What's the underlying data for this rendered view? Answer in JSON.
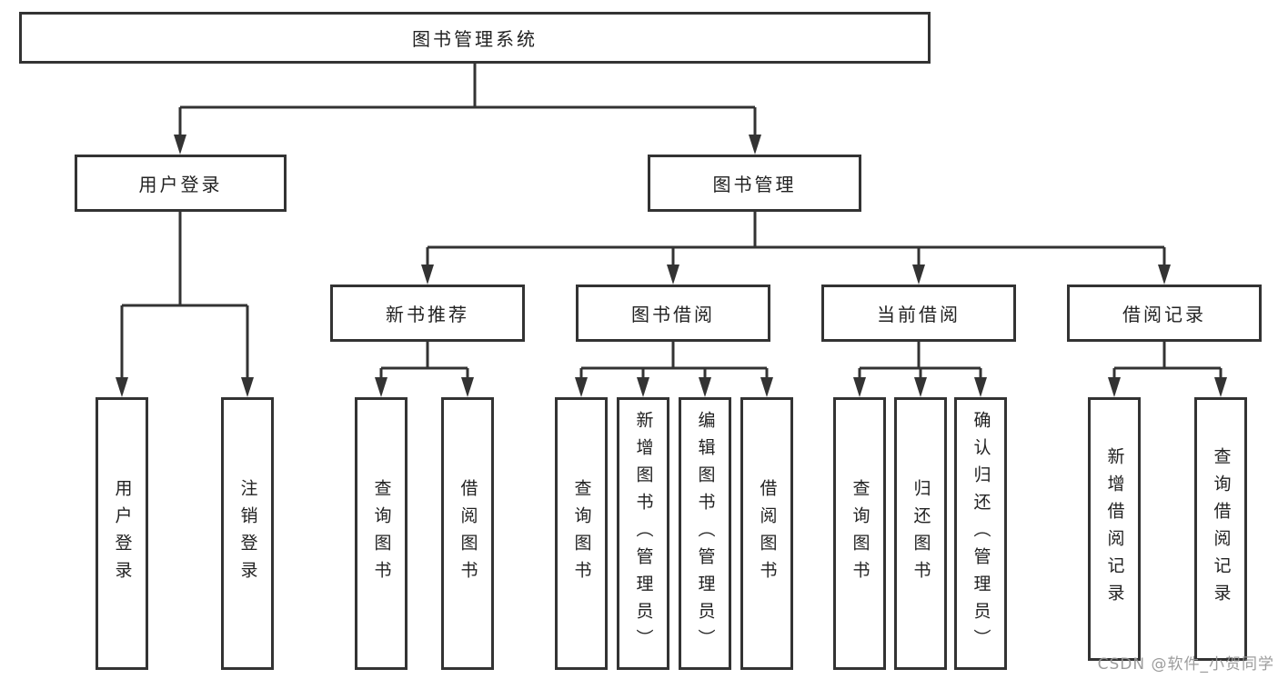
{
  "colors": {
    "line": "#333333",
    "node_border": "#333333",
    "node_fill": "#ffffff",
    "text": "#222222",
    "watermark_gray": "#949494"
  },
  "watermark": {
    "text": "CSDN @软件_小贺同学"
  },
  "tree": {
    "label": "图书管理系统",
    "children": [
      {
        "label": "用户登录",
        "children": [
          {
            "label": "用户登录"
          },
          {
            "label": "注销登录"
          }
        ]
      },
      {
        "label": "图书管理",
        "children": [
          {
            "label": "新书推荐",
            "children": [
              {
                "label": "查询图书"
              },
              {
                "label": "借阅图书"
              }
            ]
          },
          {
            "label": "图书借阅",
            "children": [
              {
                "label": "查询图书"
              },
              {
                "label": "新增图书（管理员）"
              },
              {
                "label": "编辑图书（管理员）"
              },
              {
                "label": "借阅图书"
              }
            ]
          },
          {
            "label": "当前借阅",
            "children": [
              {
                "label": "查询图书"
              },
              {
                "label": "归还图书"
              },
              {
                "label": "确认归还（管理员）"
              }
            ]
          },
          {
            "label": "借阅记录",
            "children": [
              {
                "label": "新增借阅记录"
              },
              {
                "label": "查询借阅记录"
              }
            ]
          }
        ]
      }
    ]
  }
}
